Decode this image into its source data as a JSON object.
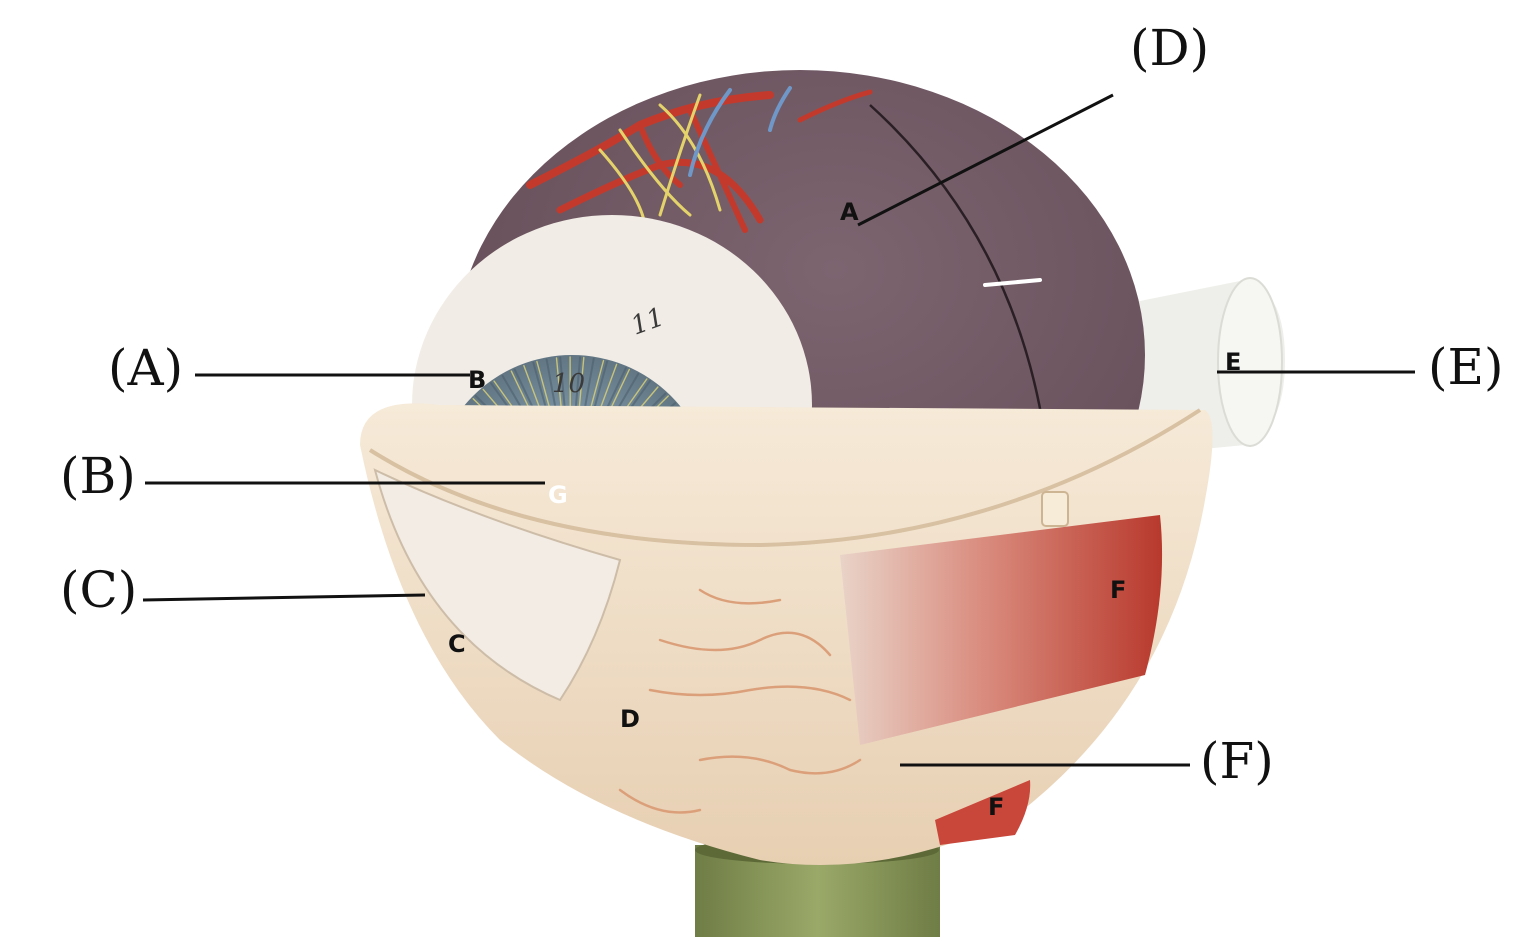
{
  "callouts": [
    {
      "id": "A",
      "label": "(A)"
    },
    {
      "id": "B",
      "label": "(B)"
    },
    {
      "id": "C",
      "label": "(C)"
    },
    {
      "id": "D",
      "label": "(D)"
    },
    {
      "id": "E",
      "label": "(E)"
    },
    {
      "id": "F",
      "label": "(F)"
    }
  ],
  "model_labels": {
    "a": "A",
    "b": "B",
    "c": "C",
    "d": "D",
    "e": "E",
    "f1": "F",
    "f2": "F",
    "g": "G"
  },
  "painted_numbers": {
    "n10": "10",
    "n11": "11"
  },
  "colors": {
    "sclera_brown": "#6e5560",
    "sclera_white": "#f1ece6",
    "iris_blue": "#6f8797",
    "iris_yellow": "#d8cf78",
    "pupil": "#111111",
    "shell_cream": "#efdcc4",
    "muscle_red": "#c9463a",
    "vessel_red": "#c33a2c",
    "stand_green": "#8a9a5c"
  }
}
